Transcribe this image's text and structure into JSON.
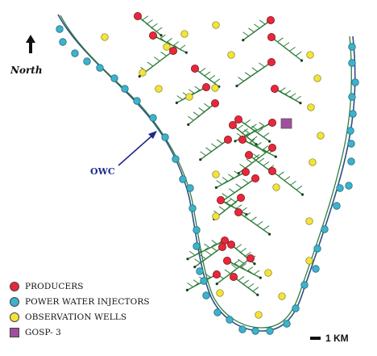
{
  "north_label": "North",
  "owc_label": "OWC",
  "scale_label": "1 KM",
  "legend": [
    {
      "label": "PRODUCERS",
      "color": "#e8283a",
      "shape": "circle"
    },
    {
      "label": "POWER WATER INJECTORS",
      "color": "#3bb3cc",
      "shape": "circle"
    },
    {
      "label": "OBSERVATION WELLS",
      "color": "#f2e43a",
      "shape": "circle"
    },
    {
      "label": "GOSP- 3",
      "color": "#a04f9c",
      "shape": "square"
    }
  ],
  "colors": {
    "contact_line": "#2c4f8c",
    "lateral": "#2e7d3a",
    "producer": "#e8283a",
    "injector": "#3bb3cc",
    "observation": "#f2e43a",
    "gosp": "#a04f9c",
    "arrow": "#1f2a8a"
  }
}
